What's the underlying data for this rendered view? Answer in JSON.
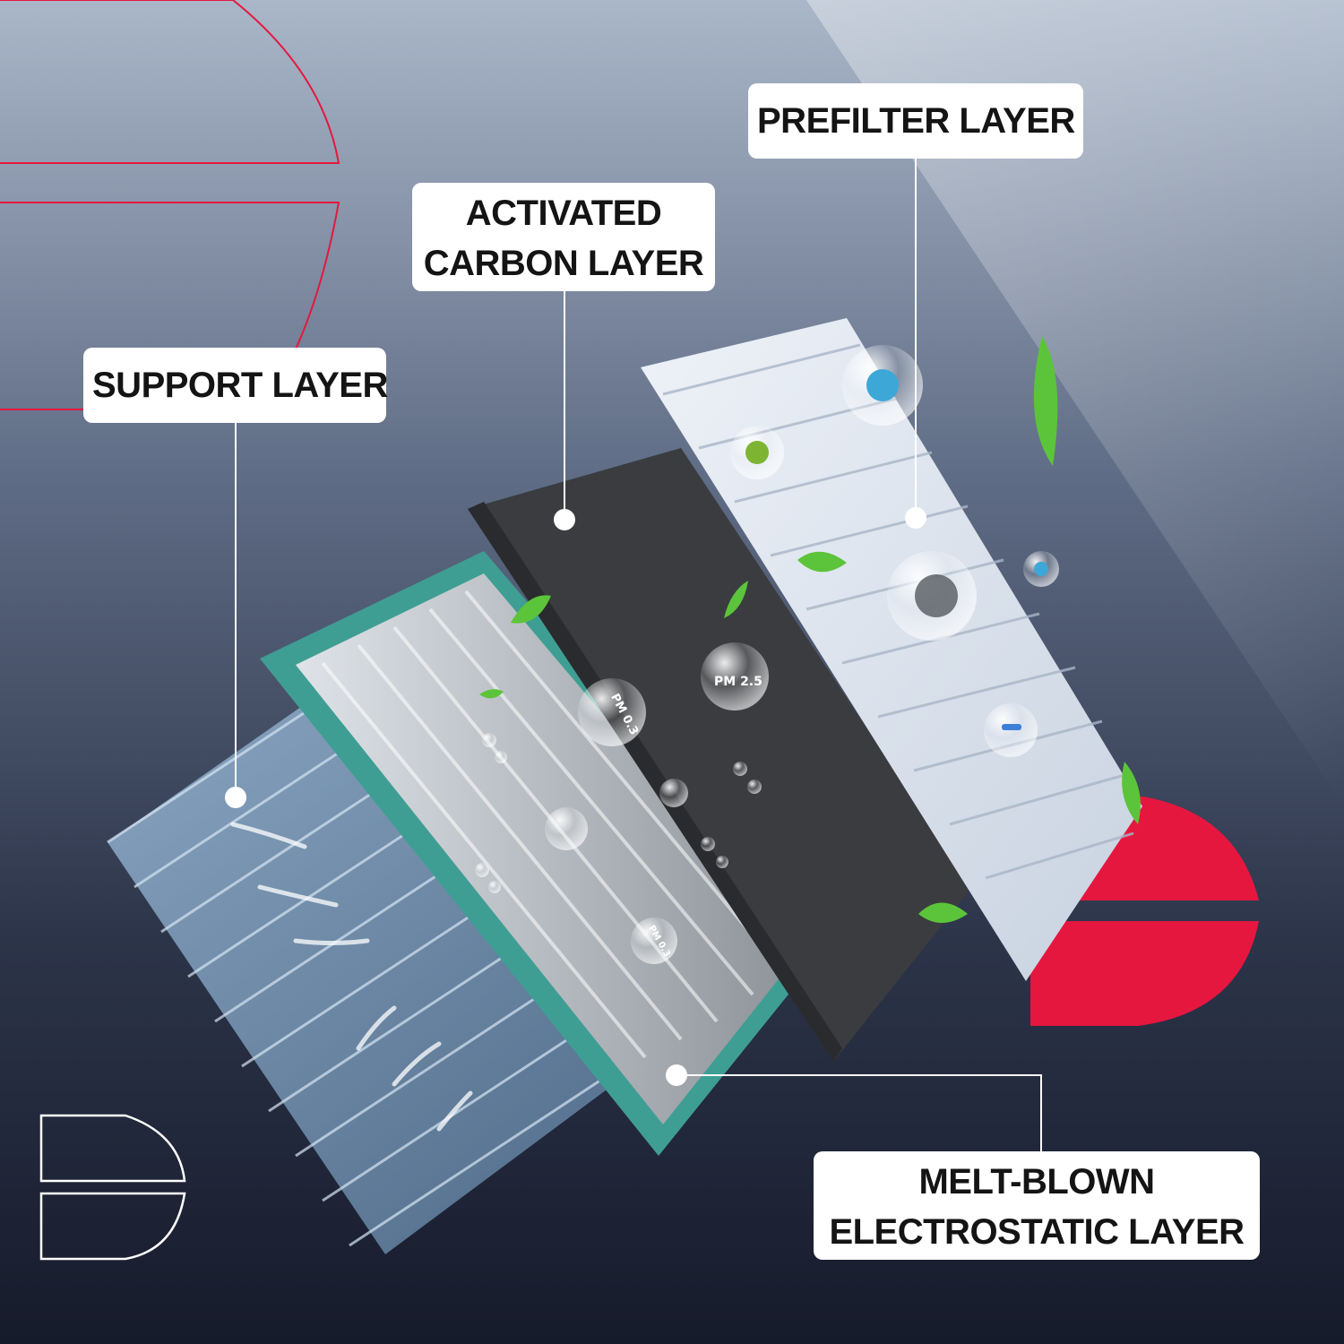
{
  "labels": {
    "prefilter": "PREFILTER LAYER",
    "activated_carbon": [
      "ACTIVATED",
      "CARBON LAYER"
    ],
    "support": "SUPPORT LAYER",
    "melt_blown": [
      "MELT-BLOWN",
      "ELECTROSTATIC LAYER"
    ]
  },
  "particles": {
    "pm25": "PM 2.5",
    "pm03_a": "PM 0.3",
    "pm03_b": "PM 0.3"
  },
  "colors": {
    "accent_red": "#e5173f",
    "frame_teal": "#3f9e93",
    "carbon": "#3a3c40",
    "support_blue": "#7fa3c4",
    "leaf_green": "#5cc43a"
  }
}
